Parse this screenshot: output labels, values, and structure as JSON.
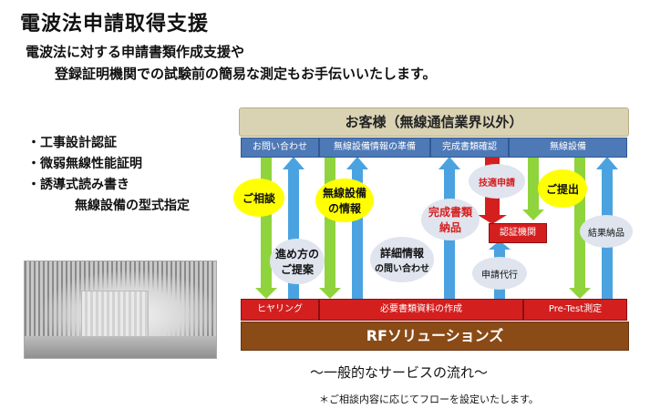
{
  "title": "電波法申請取得支援",
  "intro": {
    "line1": "電波法に対する申請書類作成支援や",
    "line2": "登録証明機関での試験前の簡易な測定もお手伝いいたします。"
  },
  "bullets": [
    "・工事設計認証",
    "・微弱無線性能証明",
    "・誘導式読み書き",
    "無線設備の型式指定"
  ],
  "diagram": {
    "customer": "お客様（無線通信業界以外）",
    "top_tabs": [
      "お問い合わせ",
      "無線設備情報の準備",
      "完成書類確認",
      "無線設備"
    ],
    "bottom_tabs": [
      "ヒヤリング",
      "必要書類資料の作成",
      "Pre-Test測定"
    ],
    "company": "RFソリューションズ",
    "auth_box": "認証機関",
    "bubbles": {
      "consult": "ご相談",
      "proposal_1": "進め方の",
      "proposal_2": "ご提案",
      "info_1": "無線設備",
      "info_2": "の情報",
      "detail_1": "詳細情報",
      "detail_2": "の問い合わせ",
      "docs_1": "完成書類",
      "docs_2": "納品",
      "tech_apply": "技適申請",
      "submit": "ご提出",
      "apply_agent": "申請代行",
      "result": "結果納品"
    }
  },
  "footer": {
    "flow": "～一般的なサービスの流れ～",
    "note": "＊ご相談内容に応じてフローを設定いたします。"
  }
}
